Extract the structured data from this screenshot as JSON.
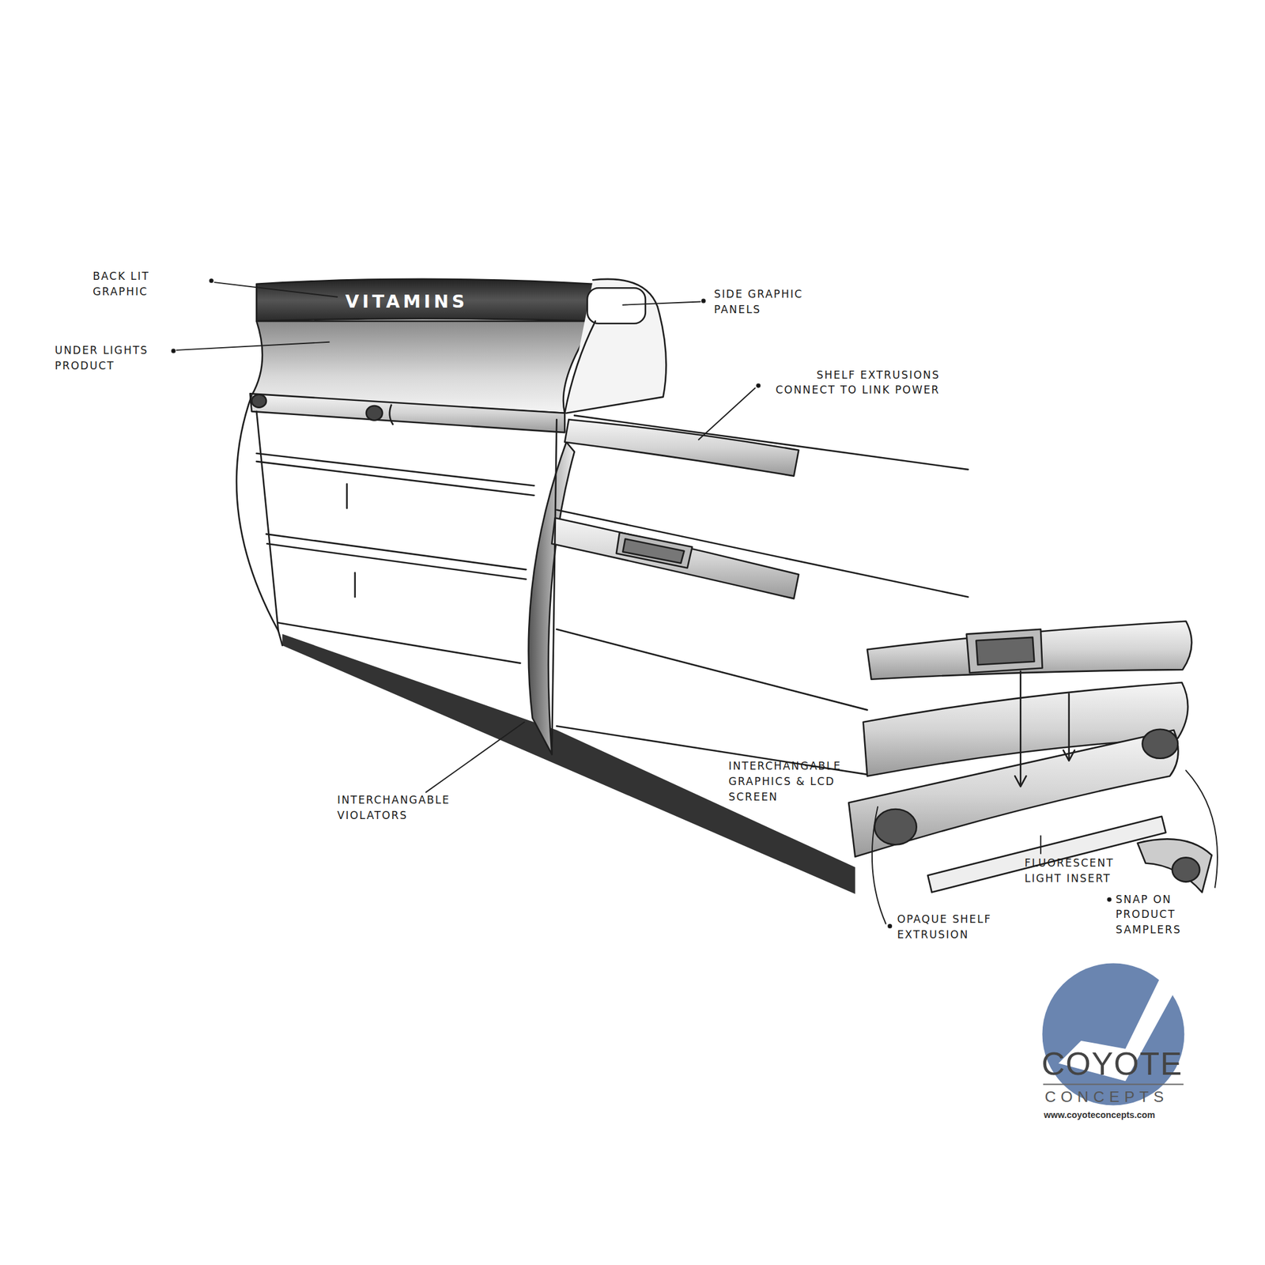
{
  "diagram": {
    "labels": [
      "BACK LIT GRAPHIC",
      "VITAMINS",
      "UNDER LIGHTS PRODUCT",
      "SIDE GRAPHIC PANELS",
      "SHELF EXTRUSIONS CONNECT TO LINK POWER",
      "INTERCHANGABLE VIOLATORS",
      "INTERCHANGABLE GRAPHICS & LCD SCREEN",
      "FLUORESCENT LIGHT INSERT",
      "OPAQUE SHELF EXTRUSION",
      "SNAP ON PRODUCT SAMPLERS",
      "COYOTE",
      "CONCEPTS",
      "www.coyoteconcepts.com"
    ]
  }
}
